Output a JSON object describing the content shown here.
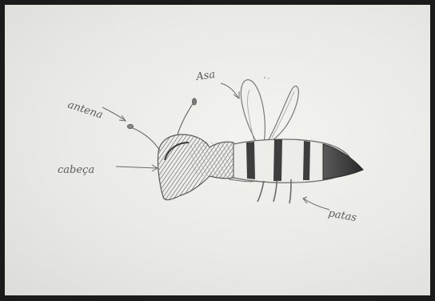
{
  "drawing": {
    "subject": "pencil sketch of an insect on white paper",
    "labels": {
      "antena": "antena",
      "cabeca": "cabeça",
      "asas": "Asa",
      "patas": "patas"
    }
  },
  "colors": {
    "paper": "#ececea",
    "graphite": "#4a4a4a",
    "graphite_light": "#8a8a8a",
    "background": "#1b1b1b"
  }
}
